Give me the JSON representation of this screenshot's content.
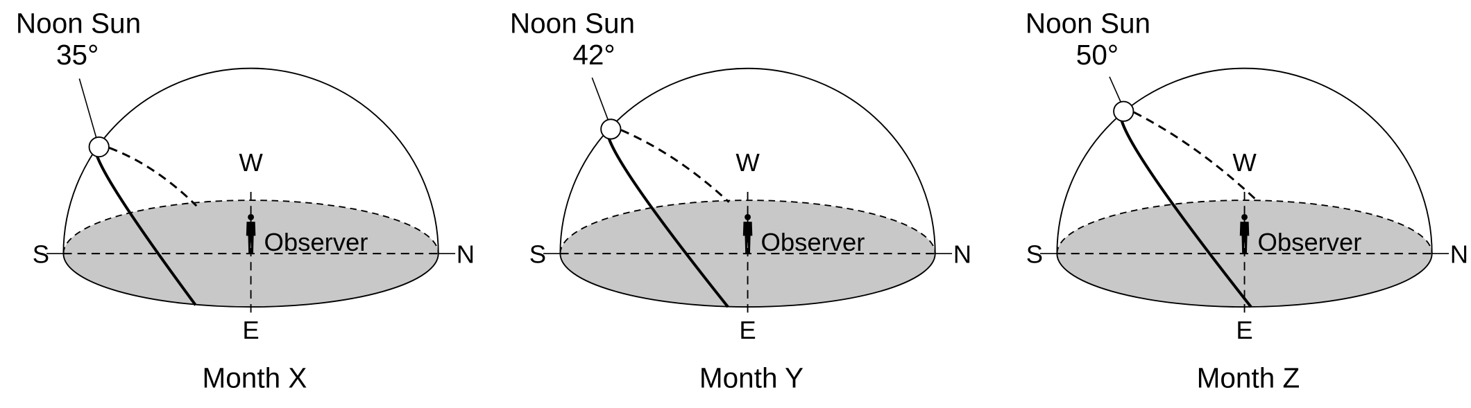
{
  "diagrams": [
    {
      "sun_label": "Noon Sun",
      "angle_label": "35°",
      "noon_altitude_deg": 35,
      "south": "S",
      "north": "N",
      "west": "W",
      "east": "E",
      "observer": "Observer",
      "caption": "Month X"
    },
    {
      "sun_label": "Noon Sun",
      "angle_label": "42°",
      "noon_altitude_deg": 42,
      "south": "S",
      "north": "N",
      "west": "W",
      "east": "E",
      "observer": "Observer",
      "caption": "Month Y"
    },
    {
      "sun_label": "Noon Sun",
      "angle_label": "50°",
      "noon_altitude_deg": 50,
      "south": "S",
      "north": "N",
      "west": "W",
      "east": "E",
      "observer": "Observer",
      "caption": "Month Z"
    }
  ],
  "colors": {
    "horizon_fill": "#c8c8c8",
    "line": "#000000"
  }
}
